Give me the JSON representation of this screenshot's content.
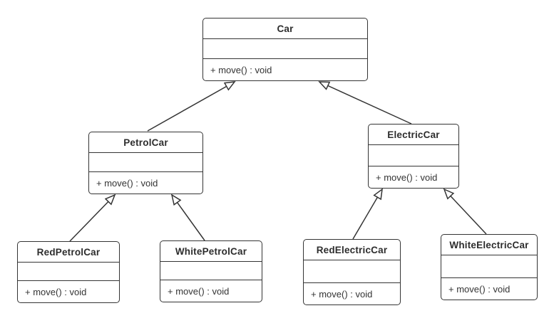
{
  "diagram": {
    "kind": "uml-class-diagram",
    "colors": {
      "border": "#343434",
      "line": "#343434",
      "text": "#2d2d2d",
      "background": "#ffffff"
    },
    "classes": [
      {
        "name": "Car",
        "attributes": "",
        "method": "+ move() : void"
      },
      {
        "name": "PetrolCar",
        "attributes": "",
        "method": "+ move() : void"
      },
      {
        "name": "ElectricCar",
        "attributes": "",
        "method": "+ move() : void"
      },
      {
        "name": "RedPetrolCar",
        "attributes": "",
        "method": "+ move() : void"
      },
      {
        "name": "WhitePetrolCar",
        "attributes": "",
        "method": "+ move() : void"
      },
      {
        "name": "RedElectricCar",
        "attributes": "",
        "method": "+ move() : void"
      },
      {
        "name": "WhiteElectricCar",
        "attributes": "",
        "method": "+ move() : void"
      }
    ],
    "relations": [
      {
        "from": "PetrolCar",
        "to": "Car",
        "type": "generalization"
      },
      {
        "from": "ElectricCar",
        "to": "Car",
        "type": "generalization"
      },
      {
        "from": "RedPetrolCar",
        "to": "PetrolCar",
        "type": "generalization"
      },
      {
        "from": "WhitePetrolCar",
        "to": "PetrolCar",
        "type": "generalization"
      },
      {
        "from": "RedElectricCar",
        "to": "ElectricCar",
        "type": "generalization"
      },
      {
        "from": "WhiteElectricCar",
        "to": "ElectricCar",
        "type": "generalization"
      }
    ]
  }
}
